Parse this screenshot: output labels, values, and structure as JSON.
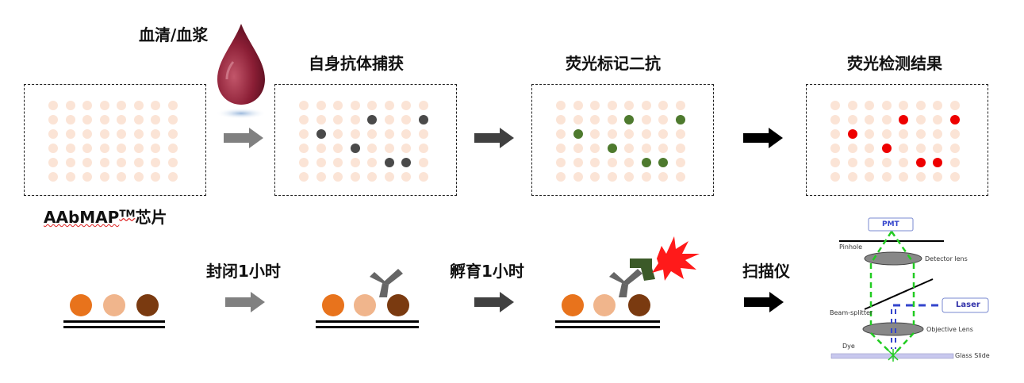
{
  "labels": {
    "serum": "血清/血浆",
    "capture": "自身抗体捕获",
    "secondary": "荧光标记二抗",
    "result": "荧光检测结果",
    "chip_name": "AAbMAP",
    "chip_tm": "TM",
    "chip_suffix": "芯片",
    "block": "封闭1小时",
    "incubate": "孵育1小时",
    "scan": "扫描仪"
  },
  "scanner": {
    "pmt": "PMT",
    "pinhole": "Pinhole",
    "detector_lens": "Detector lens",
    "beam_splitter": "Beam-splitter",
    "laser": "Laser",
    "objective_lens": "Objective Lens",
    "dye": "Dye",
    "glass_slide": "Glass Slide"
  },
  "colors": {
    "spot": "#fbe4d6",
    "captured": "#4a4a4a",
    "secondary": "#4e7a2e",
    "signal": "#ee0000",
    "arrow_light": "#808080",
    "arrow_mid": "#404040",
    "arrow_dark": "#000000",
    "bead_orange": "#e8731c",
    "bead_peach": "#f0b58c",
    "bead_brown": "#7a3a10",
    "antibody": "#666666",
    "antibody_green": "#3b5a28",
    "blood": "#8b1e35",
    "laser_text": "#3333aa"
  },
  "grid": {
    "rows": 6,
    "cols": 8
  },
  "highlights": [
    [
      1,
      4
    ],
    [
      1,
      7
    ],
    [
      2,
      1
    ],
    [
      3,
      3
    ],
    [
      4,
      5
    ],
    [
      4,
      6
    ]
  ]
}
